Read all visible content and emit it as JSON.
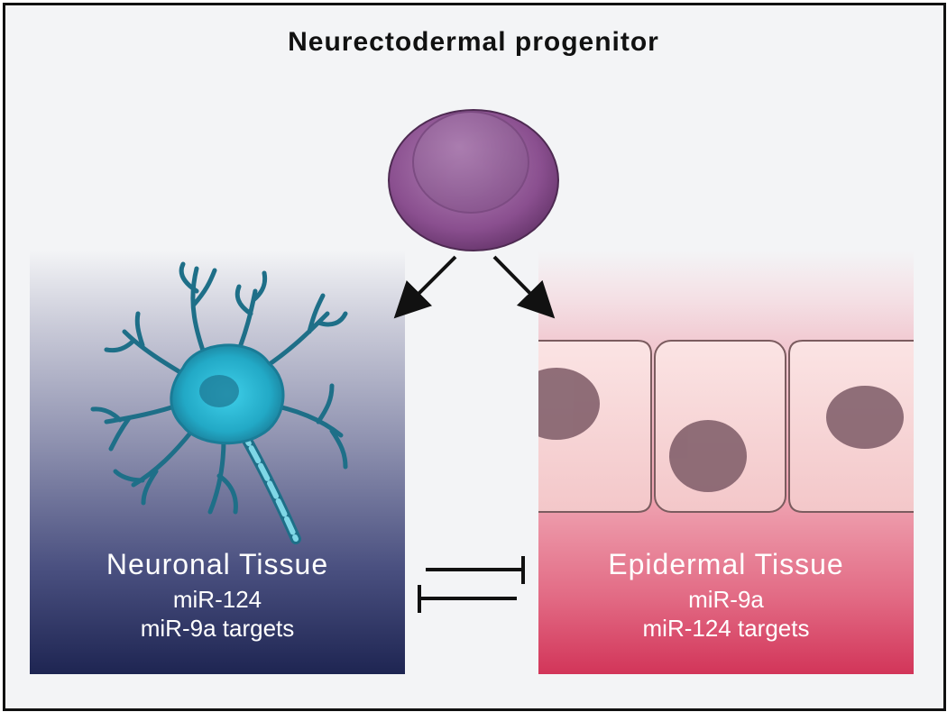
{
  "title": "Neurectodermal progenitor",
  "neuronal": {
    "title": "Neuronal Tissue",
    "line1": "miR-124",
    "line2": "miR-9a targets"
  },
  "epidermal": {
    "title": "Epidermal Tissue",
    "line1": "miR-9a",
    "line2": "miR-124 targets"
  },
  "colors": {
    "progenitor": "#8a4f8f",
    "neuron": "#2bb6cf",
    "neuronal_panel_bottom": "#1e2552",
    "epidermal_panel_bottom": "#d23559"
  },
  "icons": [
    "progenitor-cell-icon",
    "neuron-icon",
    "epithelial-cells-icon",
    "arrow-icon",
    "inhibition-icon"
  ]
}
